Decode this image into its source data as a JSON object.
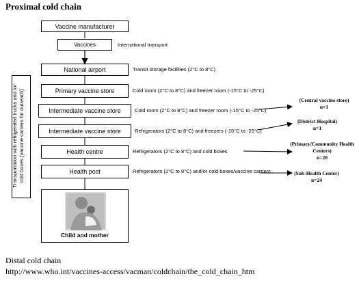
{
  "header": {
    "title": "Proximal cold chain"
  },
  "chain": [
    {
      "name": "Vaccine manufacturer",
      "desc": ""
    },
    {
      "name": "Vaccines",
      "desc": "International transport"
    },
    {
      "name": "National airport",
      "desc": "Transit storage facilities (2°C to 8°C)"
    },
    {
      "name": "Primary vaccine store",
      "desc": "Cold room (2°C to 8°C) and freezer room (-15°C to -25°C)"
    },
    {
      "name": "Intermediate vaccine store",
      "desc": "Cold room (2°C to 8°C) and freezer room (-15°C to -25°C)"
    },
    {
      "name": "Intermediate vaccine store",
      "desc": "Refrigerators (2°C to 8°C) and freezers (-15°C to -25°C)"
    },
    {
      "name": "Health centre",
      "desc": "Refrigerators (2°C to 8°C) and cold boxes"
    },
    {
      "name": "Health post",
      "desc": "Refrigerators (2°C to 8°C) and/or cold boxes/vaccine carriers"
    }
  ],
  "endpoint": {
    "label": "Child and mother"
  },
  "side_transport": {
    "line1": "Transportation with refrigerated trucks and /or",
    "line2": "cold boxes (vaccine carriers for outreach)"
  },
  "annotations": [
    {
      "title": "(Central vaccine store)",
      "count": "n=1"
    },
    {
      "title": "(District Hospital)",
      "count": "n=1"
    },
    {
      "title": "(Primary/Community Health Centers)",
      "count": "n=20"
    },
    {
      "title": "(Sub-Health Center)",
      "count": "n=24"
    }
  ],
  "footer": {
    "caption": "Distal  cold chain",
    "url": "http://www.who.int/vaccines-access/vacman/coldchain/the_cold_chain_htm"
  }
}
